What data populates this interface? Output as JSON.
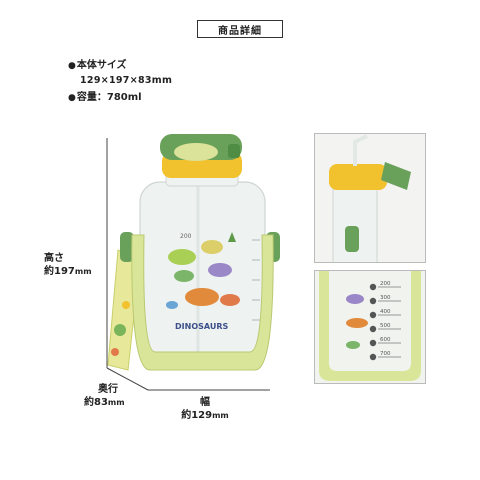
{
  "title": "商品詳細",
  "specs": {
    "size_label": "本体サイズ",
    "size_value": "129×197×83mm",
    "capacity_label": "容量",
    "capacity_value": "780ml",
    "bullet": "●"
  },
  "dimensions": {
    "height_label": "高さ",
    "height_value": "約197",
    "depth_label": "奥行",
    "depth_value": "約83",
    "width_label": "幅",
    "width_value": "約129",
    "unit": "mm"
  },
  "bottle": {
    "brand_text": "DINOSAURS",
    "scale_top": "200"
  },
  "inset_scale": [
    "200",
    "300",
    "400",
    "500",
    "600",
    "700"
  ],
  "colors": {
    "green": "#6aa15a",
    "dark_green": "#4f8d45",
    "yellow": "#f2c12e",
    "lime": "#d9e69a",
    "light_lime": "#e9f0bf"
  }
}
